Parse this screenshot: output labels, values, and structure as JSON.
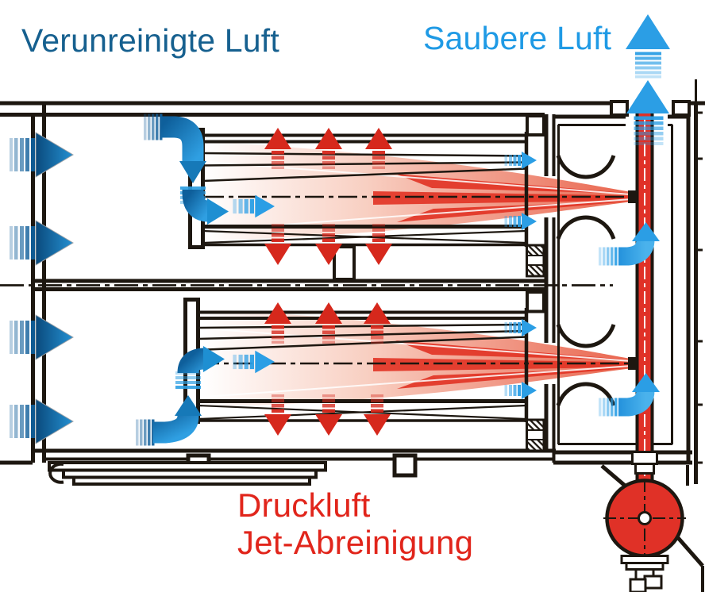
{
  "labels": {
    "dirty_air": "Verunreinigte Luft",
    "clean_air": "Saubere Luft",
    "jet_cleaning_line1": "Druckluft",
    "jet_cleaning_line2": "Jet-Abreinigung"
  },
  "colors": {
    "dirty_air_text": "#16608f",
    "clean_air_text": "#1f9ae5",
    "jet_text": "#e1251b",
    "line": "#1d1710",
    "dark_blue": "#0e5f9b",
    "light_blue": "#2b9ee5",
    "red": "#d6281c",
    "tank_red": "#e03127",
    "background": "#ffffff"
  },
  "icons": {
    "dirty_air_inlet": "striped-right-arrow",
    "clean_air_outlet": "striped-up-arrow",
    "jet_pulse": "striped-up-down-arrow",
    "flow_bend": "curved-band-arrow"
  },
  "figures": {
    "inlet_arrow_count": 4,
    "filter_stages": 2,
    "pulse_arrows_up_per_stage": 3,
    "pulse_arrows_down_per_stage": 3
  }
}
